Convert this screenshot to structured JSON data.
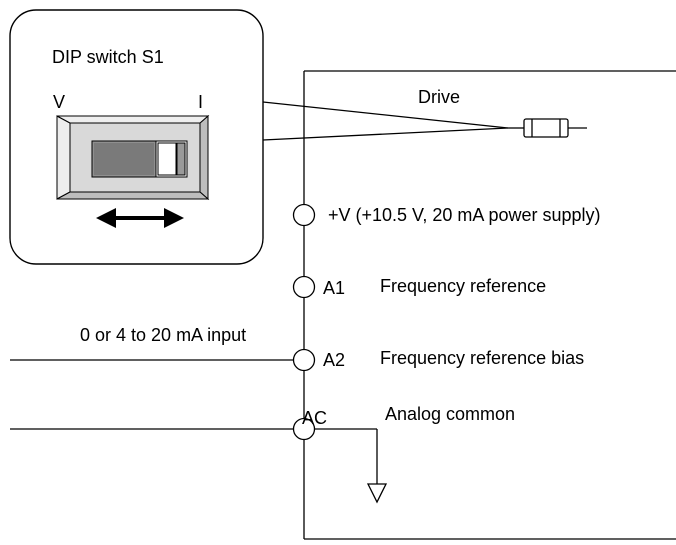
{
  "callout": {
    "title": "DIP switch S1",
    "left_label": "V",
    "right_label": "I"
  },
  "drive": {
    "label": "Drive"
  },
  "terminals": [
    {
      "id": "vplus",
      "name": "+V (+10.5 V, 20 mA power supply)",
      "description": ""
    },
    {
      "id": "a1",
      "name": "A1",
      "description": "Frequency reference"
    },
    {
      "id": "a2",
      "name": "A2",
      "description": "Frequency reference bias"
    },
    {
      "id": "ac",
      "name": "AC",
      "description": "Analog common"
    }
  ],
  "input": {
    "label": "0 or 4 to 20 mA input"
  }
}
